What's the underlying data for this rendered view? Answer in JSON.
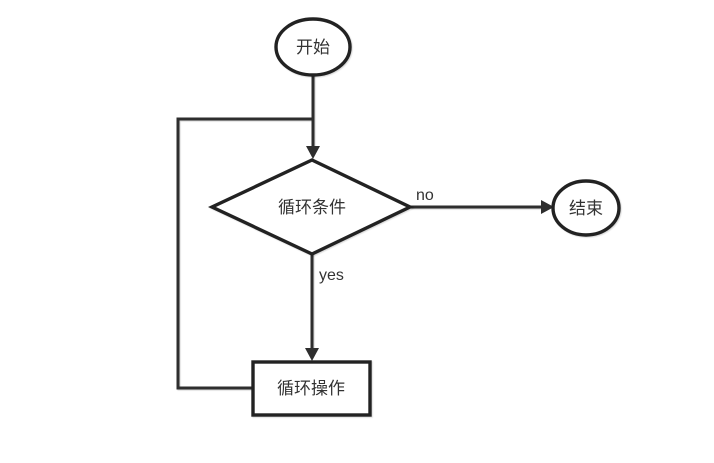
{
  "diagram": {
    "type": "flowchart",
    "background_color": "#ffffff",
    "colors": {
      "line": "#2e2e2e",
      "shape_border": "#222222",
      "shape_fill": "#ffffff",
      "text": "#333333"
    },
    "nodes": {
      "start": {
        "label": "开始",
        "shape": "ellipse"
      },
      "condition": {
        "label": "循环条件",
        "shape": "diamond"
      },
      "end": {
        "label": "结束",
        "shape": "ellipse"
      },
      "loop_body": {
        "label": "循环操作",
        "shape": "rectangle"
      }
    },
    "edges": {
      "start_to_condition": {
        "label": ""
      },
      "no_branch": {
        "label": "no"
      },
      "yes_branch": {
        "label": "yes"
      },
      "loop_back": {
        "label": ""
      }
    }
  }
}
